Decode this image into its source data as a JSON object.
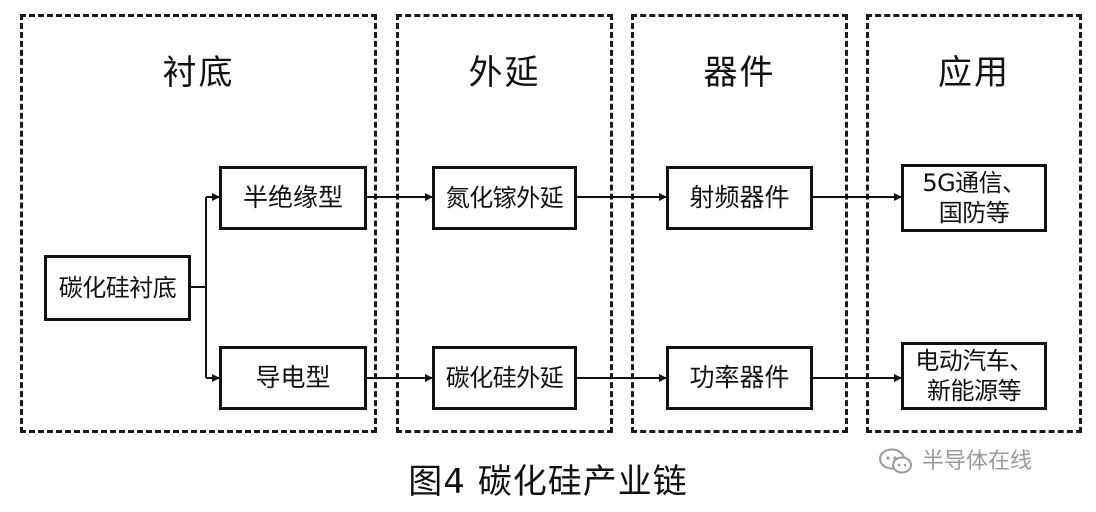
{
  "stages": [
    {
      "key": "substrate",
      "title": "衬底"
    },
    {
      "key": "epitaxy",
      "title": "外延"
    },
    {
      "key": "device",
      "title": "器件"
    },
    {
      "key": "application",
      "title": "应用"
    }
  ],
  "nodes": {
    "root": "碳化硅衬底",
    "semi_insulating": "半绝缘型",
    "conductive": "导电型",
    "gan_epi": "氮化镓外延",
    "sic_epi": "碳化硅外延",
    "rf_device": "射频器件",
    "power_device": "功率器件",
    "app_5g": "5G通信、\n国防等",
    "app_ev": "电动汽车、\n新能源等"
  },
  "caption": "图4  碳化硅产业链",
  "watermark": {
    "text": "半导体在线",
    "icon": "wechat-chat-bubbles-icon"
  },
  "colors": {
    "line": "#111111",
    "watermark": "#9a9a9a"
  }
}
